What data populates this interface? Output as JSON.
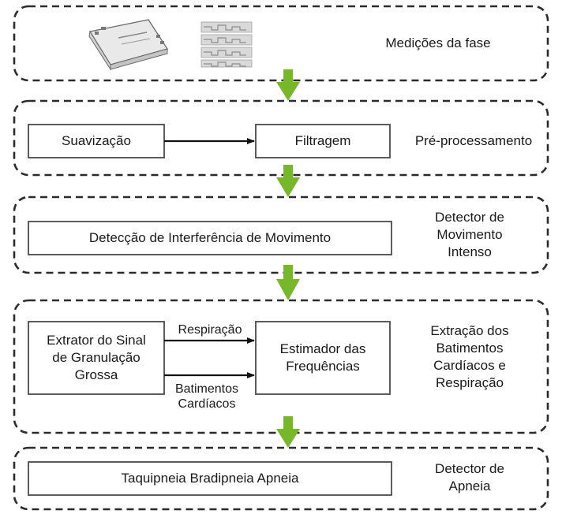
{
  "diagram": {
    "stages": [
      {
        "id": "phase",
        "label": [
          "Medições da fase"
        ]
      },
      {
        "id": "preprocessing",
        "label": [
          "Pré-processamento"
        ]
      },
      {
        "id": "motion",
        "label": [
          "Detector de",
          "Movimento",
          "Intenso"
        ]
      },
      {
        "id": "extraction",
        "label": [
          "Extração dos",
          "Batimentos",
          "Cardíacos e",
          "Respiração"
        ]
      },
      {
        "id": "apnea",
        "label": [
          "Detector de",
          "Apneia"
        ]
      }
    ],
    "boxes": {
      "suavizacao": "Suavização",
      "filtragem": "Filtragem",
      "deteccao": "Detecção de Interferência de Movimento",
      "extrator": [
        "Extrator do Sinal",
        "de Granulação",
        "Grossa"
      ],
      "estimador": [
        "Estimador das",
        "Frequências"
      ],
      "taquipneia": "Taquipneia  Bradipneia  Apneia"
    },
    "edge_labels": {
      "respiracao": "Respiração",
      "batimentos": [
        "Batimentos",
        "Cardíacos"
      ]
    },
    "colors": {
      "dashed_border": "#2b2b2b",
      "box_border": "#4a4a4a",
      "arrow_green": "#77b82a",
      "arrow_black": "#111111"
    },
    "icons": [
      "rfid-reader-icon",
      "rfid-tag-array-icon"
    ]
  }
}
